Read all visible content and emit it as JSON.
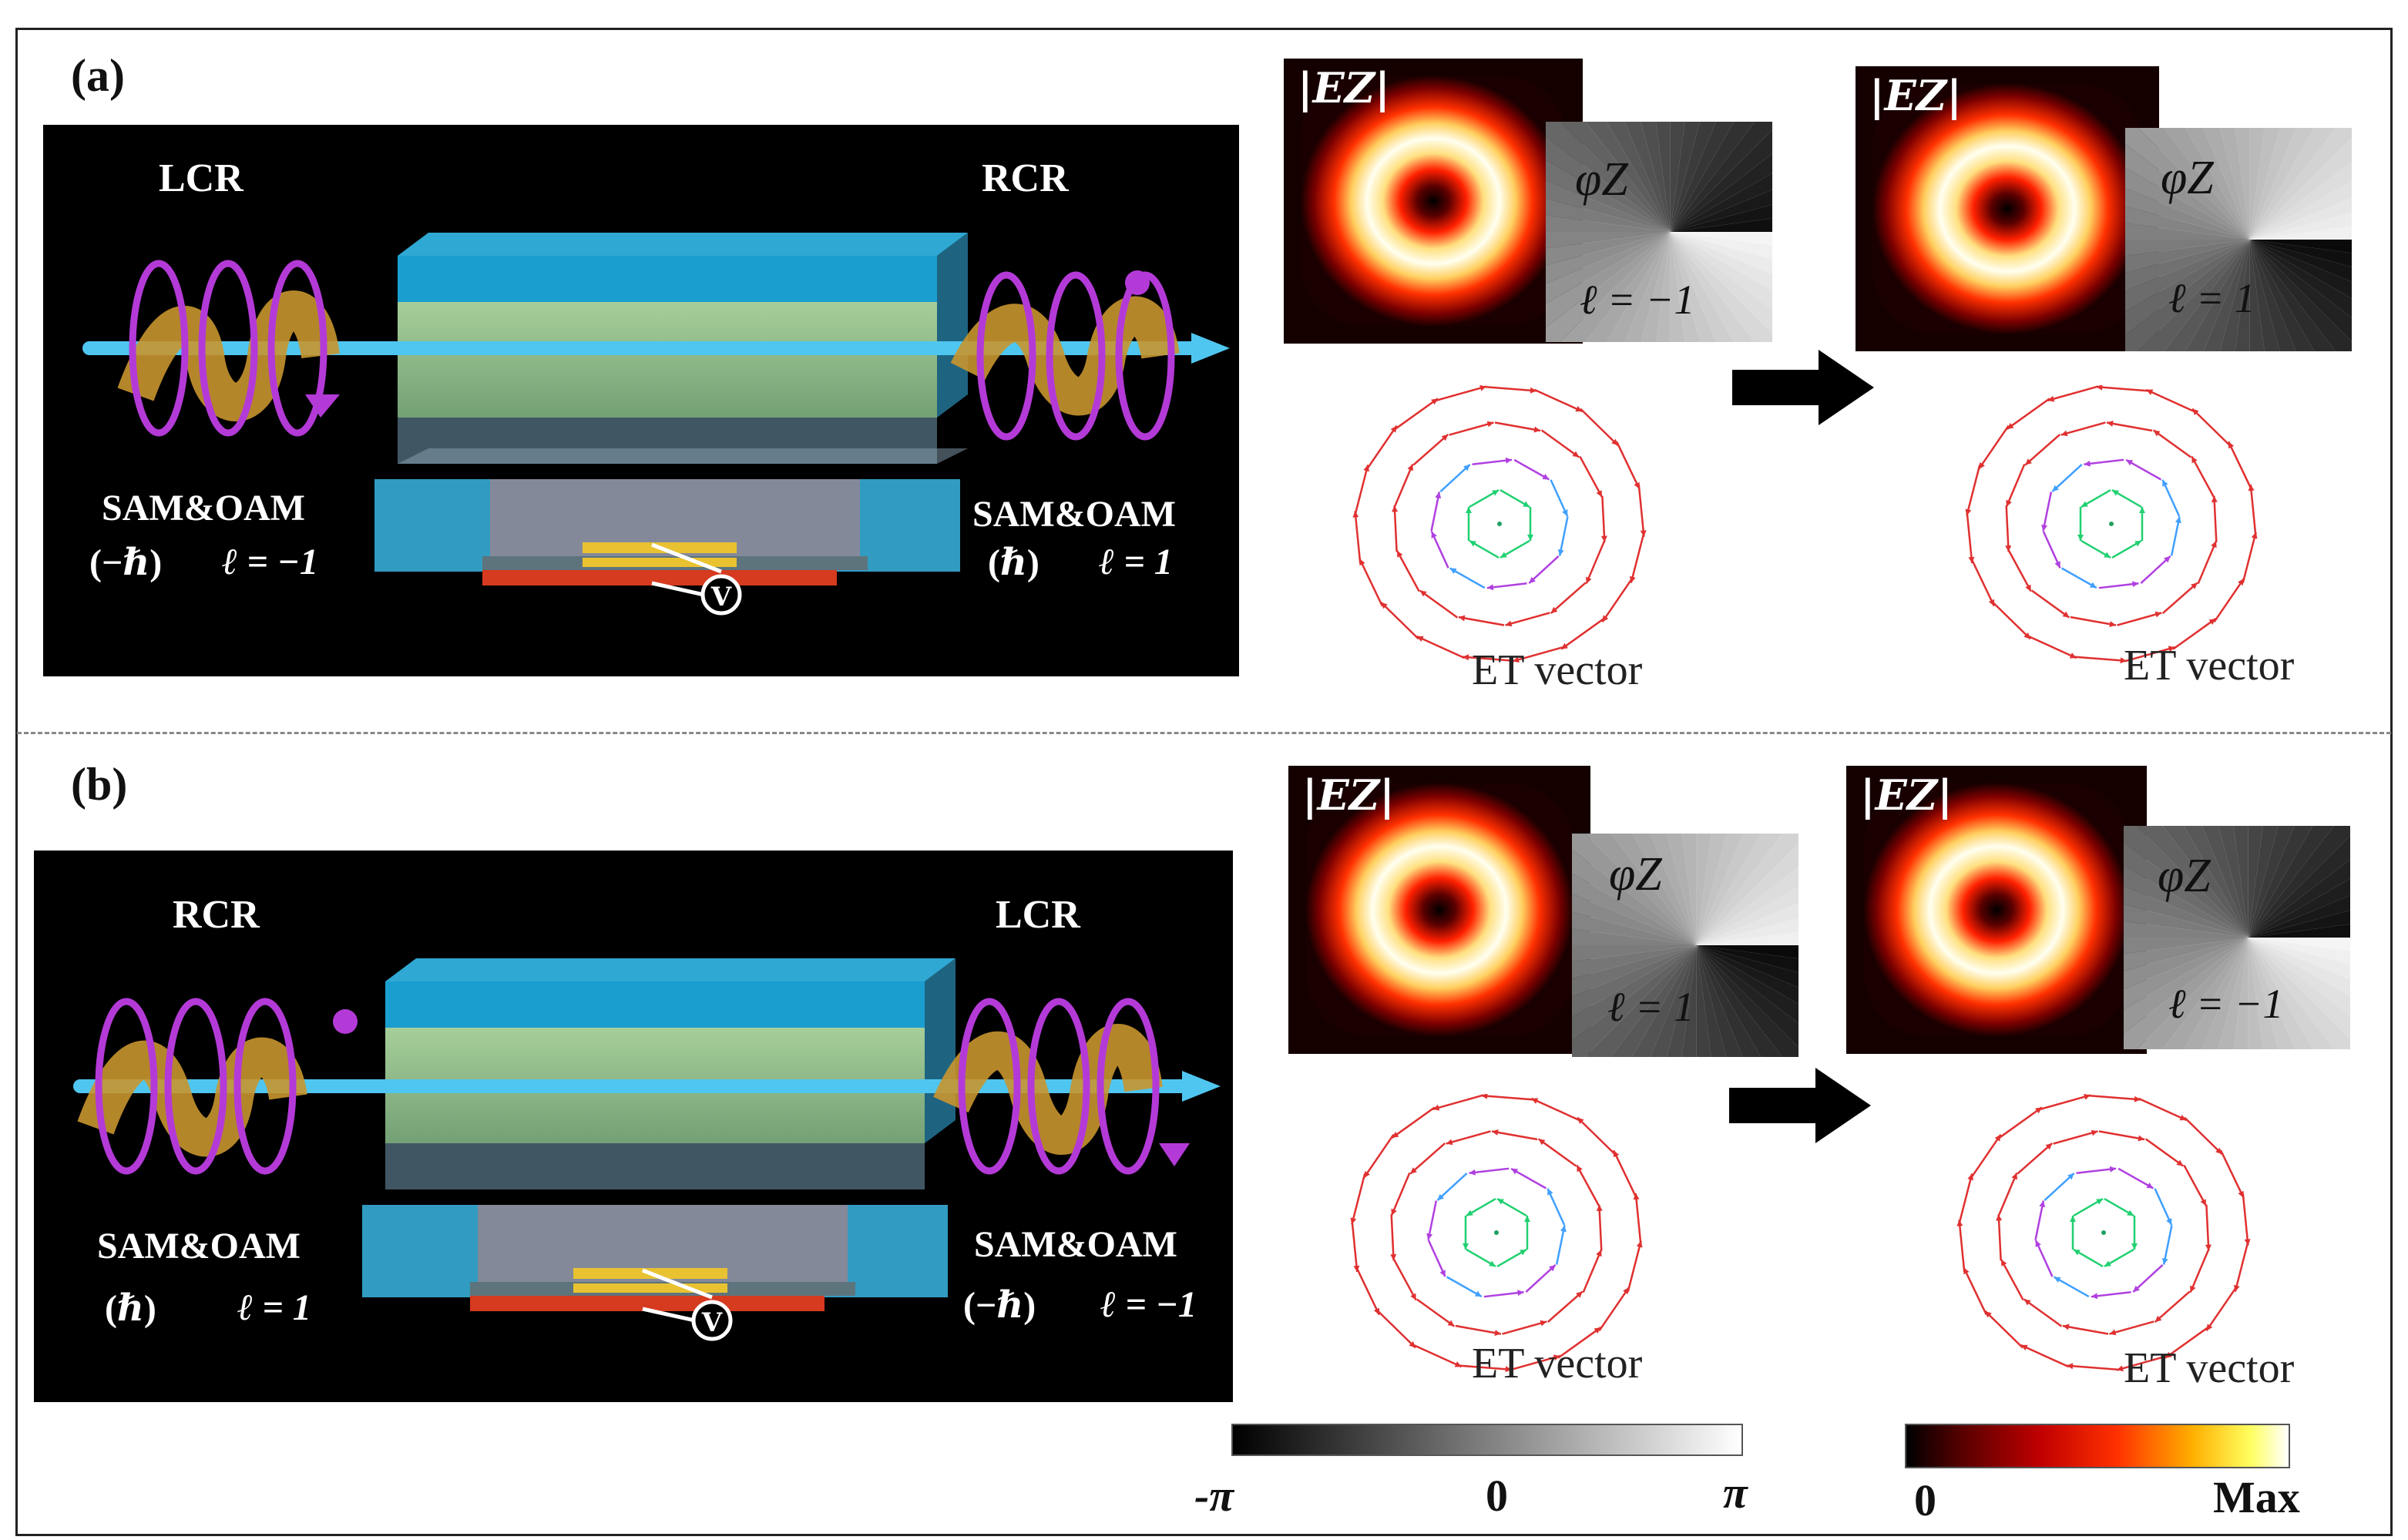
{
  "panels": [
    {
      "label": "(a)",
      "left_beam": {
        "name": "LCR",
        "momentum_title": "SAM&OAM",
        "sam": "(−ℏ)",
        "oam": "ℓ = −1"
      },
      "right_beam": {
        "name": "RCR",
        "momentum_title": "SAM&OAM",
        "sam": "(ℏ)",
        "oam": "ℓ = 1"
      },
      "input_mode": {
        "ez_label": "|EZ|",
        "phi_label": "φZ",
        "ell_label": "ℓ = −1",
        "et_label": "ET vector"
      },
      "output_mode": {
        "ez_label": "|EZ|",
        "phi_label": "φZ",
        "ell_label": "ℓ = 1",
        "et_label": "ET vector"
      }
    },
    {
      "label": "(b)",
      "left_beam": {
        "name": "RCR",
        "momentum_title": "SAM&OAM",
        "sam": "(ℏ)",
        "oam": "ℓ = 1"
      },
      "right_beam": {
        "name": "LCR",
        "momentum_title": "SAM&OAM",
        "sam": "(−ℏ)",
        "oam": "ℓ = −1"
      },
      "input_mode": {
        "ez_label": "|EZ|",
        "phi_label": "φZ",
        "ell_label": "ℓ = 1",
        "et_label": "ET vector"
      },
      "output_mode": {
        "ez_label": "|EZ|",
        "phi_label": "φZ",
        "ell_label": "ℓ = −1",
        "et_label": "ET vector"
      }
    }
  ],
  "device": {
    "voltage_symbol": "V"
  },
  "colorbars": {
    "phase": {
      "min": "-π",
      "mid": "0",
      "max": "π"
    },
    "intensity": {
      "min": "0",
      "max": "Max"
    }
  },
  "colors": {
    "beam": "#4fc6f0",
    "helix": "#b43ad8",
    "vortex": "#c8952f",
    "waveguide_top": "#29a8d6",
    "waveguide_core": "#8bbf8a",
    "substrate": "#d63a1f",
    "electrode": "#e8c230"
  }
}
